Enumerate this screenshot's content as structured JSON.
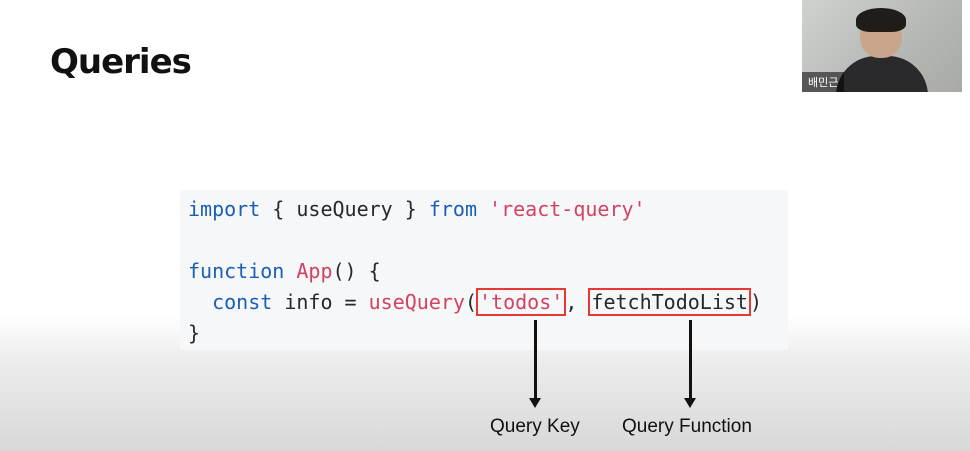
{
  "slide": {
    "title": "Queries"
  },
  "code": {
    "line1": {
      "kw_import": "import",
      "body": " { useQuery } ",
      "kw_from": "from",
      "space": " ",
      "module": "'react-query'"
    },
    "line3": {
      "kw_function": "function",
      "space": " ",
      "name": "App",
      "rest": "() {"
    },
    "line4": {
      "indent": "  ",
      "kw_const": "const",
      "middle": " info = ",
      "call": "useQuery",
      "open": "(",
      "query_key": "'todos'",
      "comma": ", ",
      "query_fn": "fetchTodoList",
      "close": ")"
    },
    "line5": {
      "brace": "}"
    }
  },
  "annotations": {
    "query_key_label": "Query Key",
    "query_function_label": "Query Function"
  },
  "webcam": {
    "participant_name": "배민근"
  },
  "colors": {
    "keyword": "#1a5fb4",
    "string": "#d14360",
    "highlight_box": "#e53935"
  }
}
